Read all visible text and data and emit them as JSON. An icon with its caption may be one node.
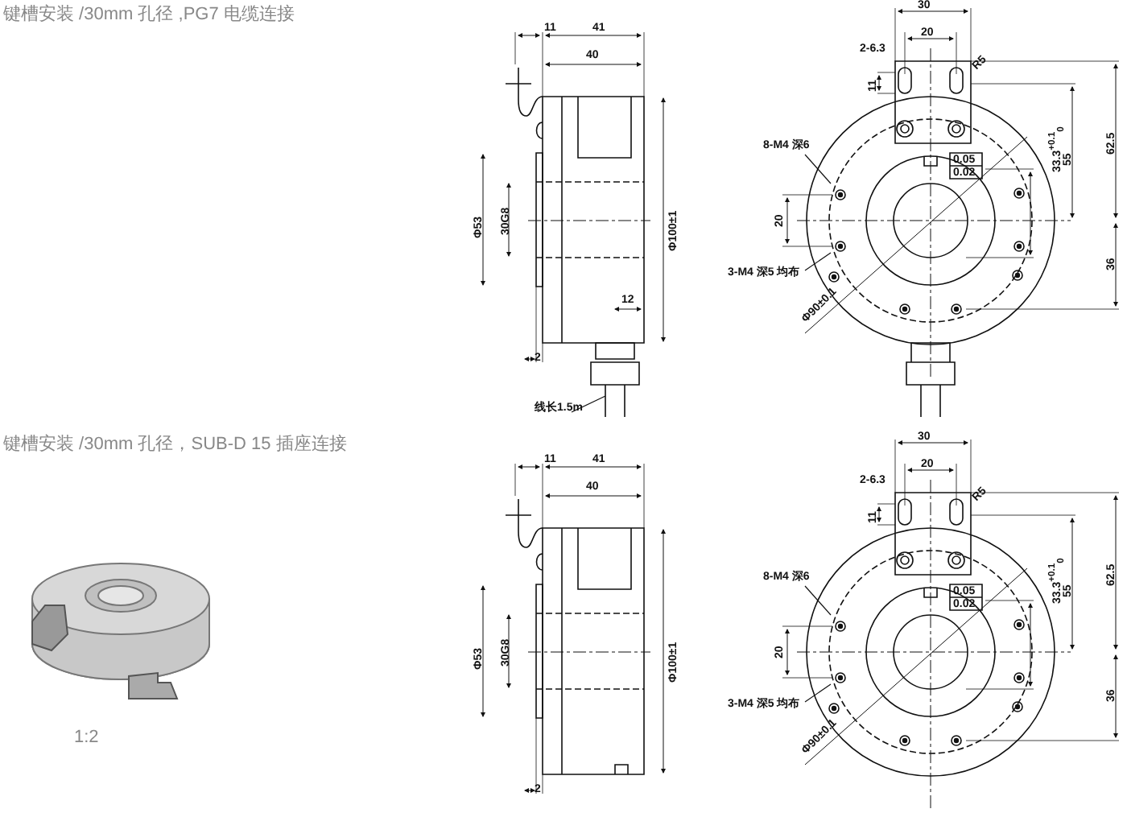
{
  "diagram": {
    "nodes": [
      {
        "text": [
          "8-M4 深6"
        ]
      },
      {
        "text": [
          "3-M4 深5 均布"
        ]
      },
      {
        "text": [
          "线长1.5m"
        ]
      },
      {
        "text": [
          "8-M4 深6"
        ]
      },
      {
        "text": [
          "3-M4 深5 均布"
        ]
      }
    ],
    "edges": [
      {
        "from": 0,
        "to": null,
        "arrow": "none"
      },
      {
        "from": 1,
        "to": null,
        "arrow": "none"
      },
      {
        "from": 2,
        "to": null,
        "arrow": "none"
      },
      {
        "from": 3,
        "to": null,
        "arrow": "none"
      },
      {
        "from": 4,
        "to": null,
        "arrow": "none"
      }
    ],
    "labels": [
      "键槽安装 /30mm 孔径 ,PG7 电缆连接",
      "11",
      "41",
      "40",
      "Φ53",
      "30G8",
      "Φ100±1",
      "12",
      "2",
      "30",
      "20",
      "2-6.3",
      "R5",
      "11",
      "0.05",
      "0.02",
      "33.3$^{+0.1}$$_{0}$",
      "55",
      "62.5",
      "20",
      "Φ90±0.1",
      "36",
      "键槽安装 /30mm 孔径，SUB-D 15 插座连接",
      "1:2",
      "11",
      "41",
      "40",
      "Φ53",
      "30G8",
      "Φ100±1",
      "2",
      "30",
      "20",
      "2-6.3",
      "R5",
      "11",
      "0.05",
      "0.02",
      "33.3$^{+0.1}$$_{0}$",
      "55",
      "62.5",
      "20",
      "Φ90±0.1",
      "36"
    ]
  }
}
